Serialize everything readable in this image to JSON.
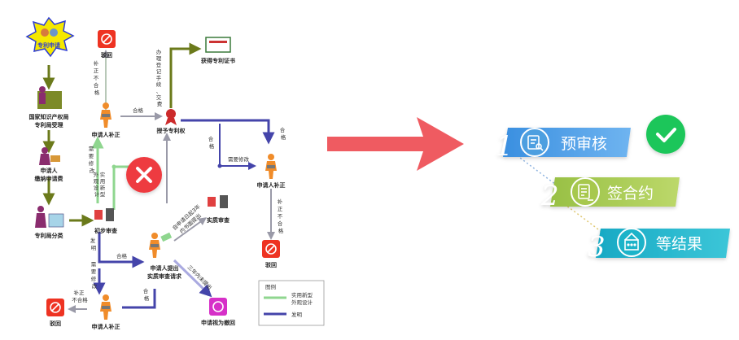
{
  "flowchart": {
    "nodes": {
      "apply": "专利申请",
      "cnipa": [
        "国家知识产权局",
        "专利局受理"
      ],
      "fee": [
        "申请人",
        "缴纳申请费"
      ],
      "classify": "专利局分类",
      "prelim": "初步审查",
      "reject_top": "驳回",
      "amend_top": "申请人补正",
      "grant": "授予专利权",
      "certificate": "获得专利证书",
      "amend_right": "申请人补正",
      "reject_right": "驳回",
      "substantive": "实质审查",
      "request": [
        "申请人提出",
        "实质审查请求"
      ],
      "withdrawn": "申请视为撤回",
      "amend_bottom": "申请人补正",
      "reject_bottom": "驳回"
    },
    "edges": {
      "fix_fail_top": [
        "补",
        "正",
        "不",
        "合",
        "格"
      ],
      "pass_top": "合格",
      "register": [
        "办",
        "理",
        "登",
        "记",
        "手",
        "续",
        "、",
        "交",
        "费"
      ],
      "need_fix_top": [
        "需",
        "要",
        "修",
        "改"
      ],
      "utility_design": [
        "实",
        "用",
        "新",
        "型",
        "外",
        "观",
        "设",
        "计"
      ],
      "pass_sub": [
        "合",
        "格"
      ],
      "need_fix_right": "需要修改",
      "pass_right_top": [
        "合",
        "格"
      ],
      "fix_fail_right": [
        "补",
        "正",
        "不",
        "合",
        "格"
      ],
      "invention": [
        "发",
        "明"
      ],
      "pass_mid": "合格",
      "need_fix_bottom": [
        "需",
        "要",
        "修",
        "改"
      ],
      "three_years": [
        "自申请日起3年",
        "内书面提出"
      ],
      "three_years_none": "三年内未提出",
      "pass_bottom": [
        "合",
        "格"
      ],
      "fix_fail_bottom": [
        "补正",
        "不合格"
      ]
    },
    "legend": {
      "title": "图例",
      "green": [
        "实用新型",
        "外观设计"
      ],
      "blue": "发明"
    }
  },
  "steps": [
    {
      "num": "1",
      "label": "预审核",
      "color": "#4d9fe0"
    },
    {
      "num": "2",
      "label": "签合约",
      "color": "#a7c84e"
    },
    {
      "num": "3",
      "label": "等结果",
      "color": "#1fb3c9"
    }
  ],
  "colors": {
    "olive": "#6b7a1b",
    "green": "#8fd68f",
    "blue": "#4444aa",
    "gray": "#9a9aa8",
    "red_arrow": "#ef5b61",
    "reject_red": "#ee3322",
    "check_green": "#1dc65a"
  }
}
